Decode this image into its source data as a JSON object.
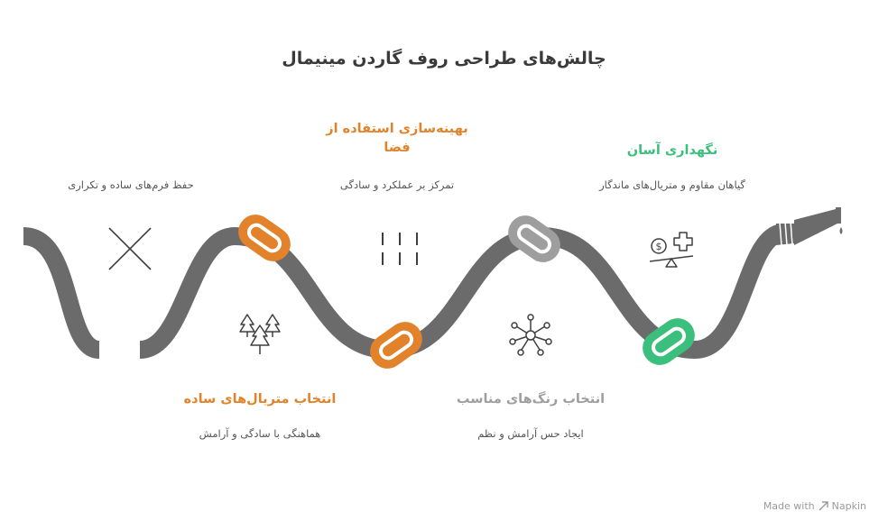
{
  "title": "چالش‌های طراحی روف گاردن مینیمال",
  "colors": {
    "hose": "#6b6b6b",
    "orange": "#e2832b",
    "gray": "#9e9e9e",
    "green": "#3bbf7c",
    "icon": "#3f3f3f"
  },
  "items": [
    {
      "label": "",
      "description": "حفظ فرم‌های ساده و تکراری",
      "icon": "x-mark-icon"
    },
    {
      "label": "انتخاب متریال‌های ساده",
      "description": "هماهنگی با سادگی و آرامش",
      "color": "#e2832b",
      "icon": "pine-trees-icon"
    },
    {
      "label": "بهینه‌سازی استفاده از فضا",
      "description": "تمرکز بر عملکرد و سادگی",
      "color": "#e2832b",
      "icon": "vertical-lines-icon"
    },
    {
      "label": "انتخاب رنگ‌های مناسب",
      "description": "ایجاد حس آرامش و نظم",
      "color": "#9e9e9e",
      "icon": "network-nodes-icon"
    },
    {
      "label": "نگهداری آسان",
      "description": "گیاهان مقاوم و متریال‌های ماندگار",
      "color": "#3bbf7c",
      "icon": "cost-balance-icon"
    }
  ],
  "footer": {
    "made_with": "Made with",
    "brand": "Napkin"
  }
}
